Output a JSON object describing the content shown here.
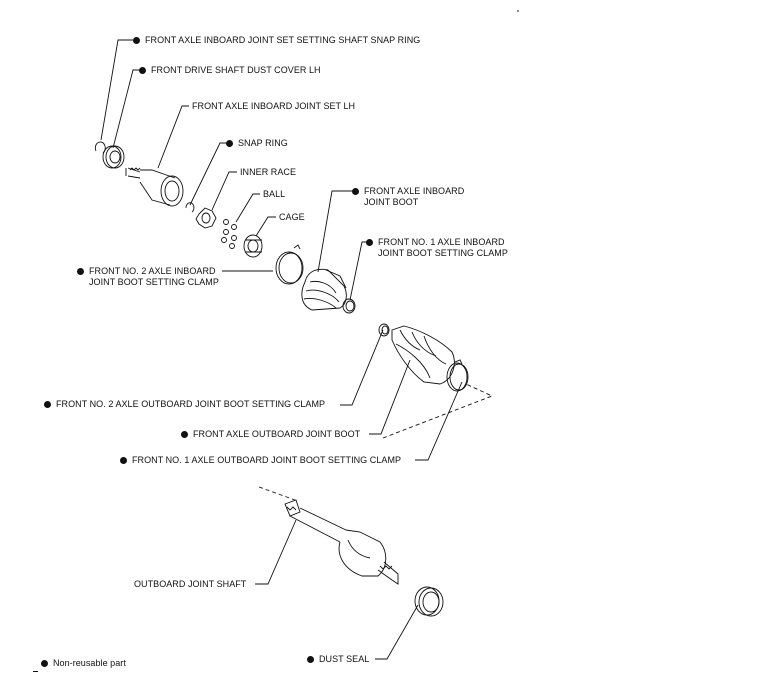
{
  "labels": {
    "snap_ring_shaft": "FRONT AXLE INBOARD JOINT SET SETTING SHAFT SNAP RING",
    "dust_cover": "FRONT DRIVE SHAFT DUST COVER LH",
    "inboard_joint_set": "FRONT AXLE INBOARD JOINT SET LH",
    "snap_ring": "SNAP RING",
    "inner_race": "INNER RACE",
    "ball": "BALL",
    "cage": "CAGE",
    "inboard_boot_line1": "FRONT AXLE INBOARD",
    "inboard_boot_line2": "JOINT BOOT",
    "no1_inboard_clamp_line1": "FRONT NO. 1 AXLE INBOARD",
    "no1_inboard_clamp_line2": "JOINT BOOT SETTING CLAMP",
    "no2_inboard_clamp_line1": "FRONT NO. 2 AXLE INBOARD",
    "no2_inboard_clamp_line2": "JOINT BOOT SETTING CLAMP",
    "no2_outboard_clamp": "FRONT NO. 2 AXLE OUTBOARD JOINT BOOT SETTING CLAMP",
    "outboard_boot": "FRONT AXLE OUTBOARD JOINT BOOT",
    "no1_outboard_clamp": "FRONT NO. 1 AXLE OUTBOARD JOINT BOOT SETTING CLAMP",
    "outboard_shaft": "OUTBOARD JOINT SHAFT",
    "dust_seal": "DUST SEAL",
    "legend": "Non-reusable part"
  },
  "colors": {
    "ink": "#111111",
    "background": "#ffffff"
  }
}
